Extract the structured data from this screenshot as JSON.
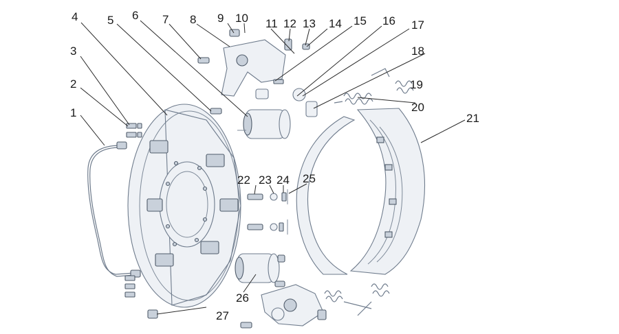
{
  "callouts": [
    {
      "id": "c1",
      "label": "1"
    },
    {
      "id": "c2",
      "label": "2"
    },
    {
      "id": "c3",
      "label": "3"
    },
    {
      "id": "c4",
      "label": "4"
    },
    {
      "id": "c5",
      "label": "5"
    },
    {
      "id": "c6",
      "label": "6"
    },
    {
      "id": "c7",
      "label": "7"
    },
    {
      "id": "c8",
      "label": "8"
    },
    {
      "id": "c9",
      "label": "9"
    },
    {
      "id": "c10",
      "label": "10"
    },
    {
      "id": "c11",
      "label": "11"
    },
    {
      "id": "c12",
      "label": "12"
    },
    {
      "id": "c13",
      "label": "13"
    },
    {
      "id": "c14",
      "label": "14"
    },
    {
      "id": "c15",
      "label": "15"
    },
    {
      "id": "c16",
      "label": "16"
    },
    {
      "id": "c17",
      "label": "17"
    },
    {
      "id": "c18",
      "label": "18"
    },
    {
      "id": "c19",
      "label": "19"
    },
    {
      "id": "c20",
      "label": "20"
    },
    {
      "id": "c21",
      "label": "21"
    },
    {
      "id": "c22",
      "label": "22"
    },
    {
      "id": "c23",
      "label": "23"
    },
    {
      "id": "c24",
      "label": "24"
    },
    {
      "id": "c25",
      "label": "25"
    },
    {
      "id": "c26",
      "label": "26"
    },
    {
      "id": "c27",
      "label": "27"
    }
  ],
  "colors": {
    "line_art": "#6e7b8c",
    "part_fill": "#eef1f5",
    "label_text": "#1a1a1a"
  }
}
